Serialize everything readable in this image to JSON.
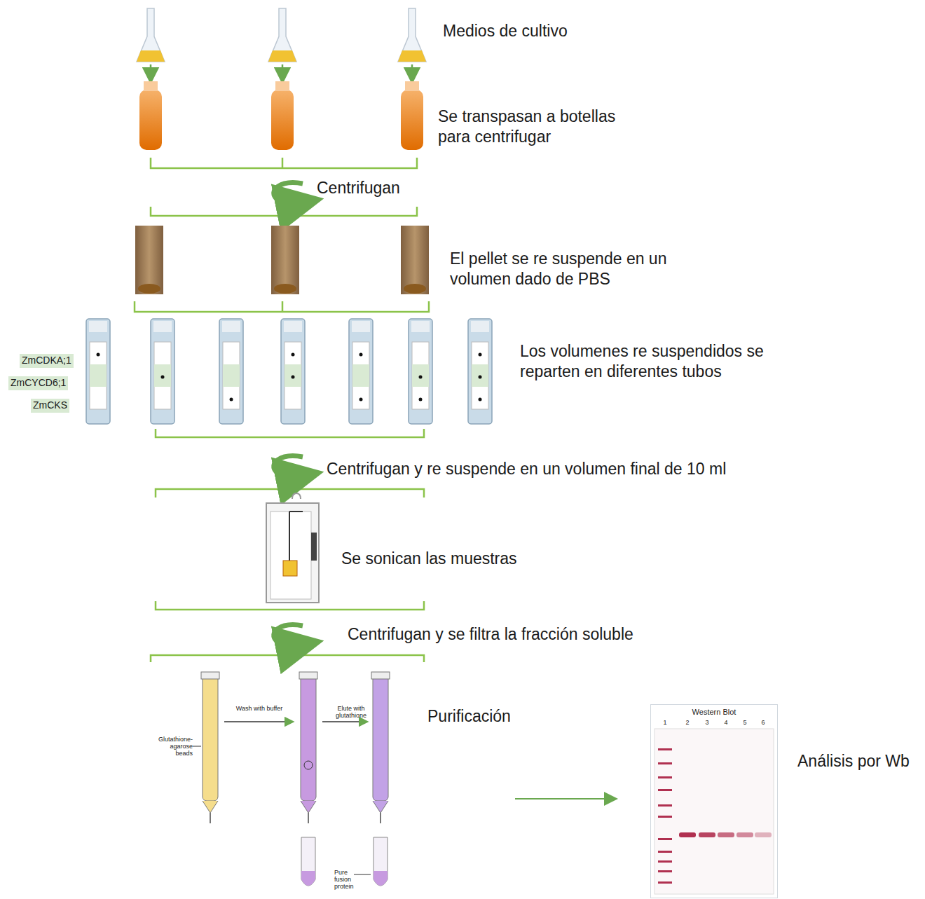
{
  "diagram": {
    "nodes": [
      {
        "text": [
          "Glutathione-agarose beads",
          "Wash with buffer",
          "Elute with glutathione",
          "Pure fusion protein"
        ]
      },
      {
        "text": [
          "Western Blot",
          "1",
          "2",
          "3",
          "4",
          "5",
          "6"
        ]
      }
    ],
    "edges": [
      {
        "from": 0,
        "to": 1,
        "arrow": "to"
      }
    ],
    "labels": [
      "Medios de cultivo",
      "Se transpasan a botellas para centrifugar",
      "Centrifugan",
      "El pellet se re suspende en un volumen dado de PBS",
      "ZmCDKA;1",
      "ZmCYCD6;1",
      "ZmCKS",
      "Los volumenes re suspendidos se reparten en diferentes tubos",
      "Centrifugan y re suspende en un volumen final de 10 ml",
      "Se sonican las muestras",
      "Centrifugan y se filtra la fracción soluble",
      "Purificación",
      "Análisis por Wb"
    ]
  }
}
